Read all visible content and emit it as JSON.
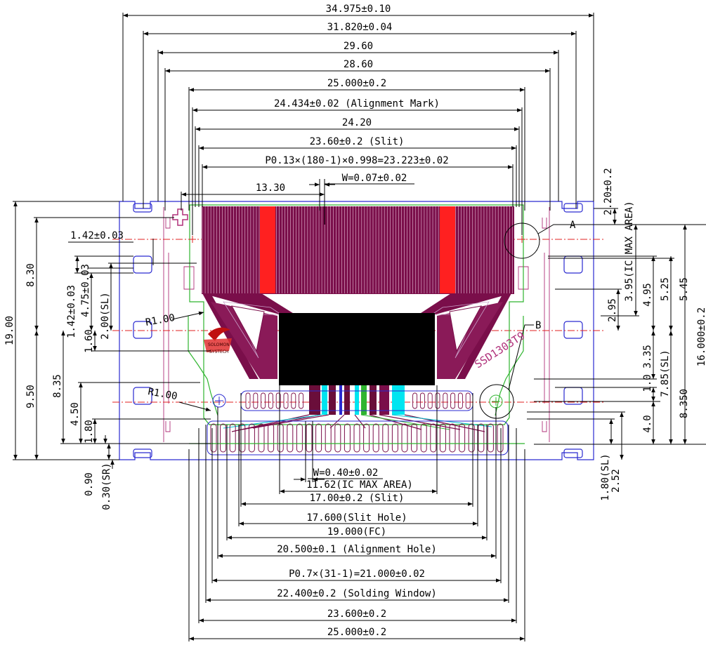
{
  "top_dimensions": [
    "34.975±0.10",
    "31.820±0.04",
    "29.60",
    "28.60",
    "25.000±0.2",
    "24.434±0.02 (Alignment Mark)",
    "24.20",
    "23.60±0.2 (Slit)",
    "P0.13×(180-1)×0.998=23.223±0.02",
    "W=0.07±0.02",
    "13.30"
  ],
  "bottom_dimensions": [
    "W=0.40±0.02",
    "11.62(IC MAX AREA)",
    "17.00±0.2 (Slit)",
    "17.600(Slit Hole)",
    "19.000(FC)",
    "20.500±0.1 (Alignment Hole)",
    "P0.7×(31-1)=21.000±0.02",
    "22.400±0.2 (Solding Window)",
    "23.600±0.2",
    "25.000±0.2"
  ],
  "left_dimensions": [
    "19.00",
    "8.30",
    "9.50",
    "8.35",
    "4.50",
    "1.80",
    "1.60",
    "2.00(SL)",
    "1.42±0.03",
    "4.75±0.03",
    "0.90",
    "0.30(SR)"
  ],
  "left_horizontal_dimension": "1.42±0.03",
  "right_dimensions": [
    "2.20±0.2",
    "3.95(IC MAX AREA)",
    "4.95",
    "5.25",
    "5.45",
    "16.000±0.2",
    "2.95",
    "3.35",
    "1.0",
    "7.85(SL)",
    "8.350",
    "4.0",
    "1.80(SL)",
    "2.52"
  ],
  "callouts": {
    "a": "A",
    "b": "B"
  },
  "radii": [
    "R1.00",
    "R1.00"
  ],
  "part_number": "SSD1303T9",
  "logo_text": [
    "SOLOMON",
    "SYSTECH"
  ],
  "colors": {
    "tape_outline": "#2a2ad0",
    "fine_leads": "#7a0e4a",
    "highlight_leads": "#ff2020",
    "ic_body": "#000000",
    "cyan_leads": "#00e5f0",
    "pad_outline": "#7a0e4a",
    "solder_window": "#2fb52f",
    "centerline": "#e02020"
  }
}
